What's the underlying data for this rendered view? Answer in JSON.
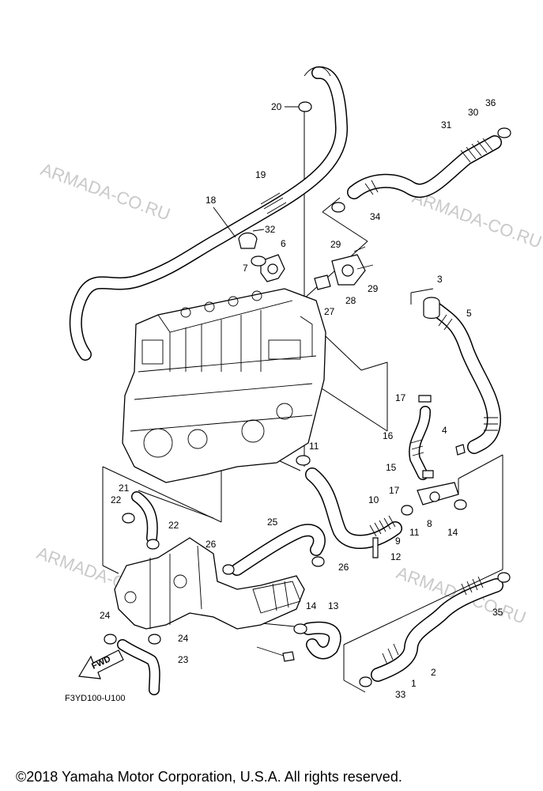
{
  "watermarks": [
    "ARMADA-CO.RU",
    "ARMADA-CO.RU",
    "ARMADA-CO.RU",
    "ARMADA-CO.RU"
  ],
  "diagram_code": "F3YD100-U100",
  "fwd_label": "FWD",
  "copyright": "©2018 Yamaha Motor Corporation, U.S.A. All rights reserved.",
  "callouts": [
    "20",
    "36",
    "30",
    "31",
    "19",
    "18",
    "34",
    "32",
    "6",
    "29",
    "7",
    "29",
    "28",
    "27",
    "3",
    "5",
    "17",
    "4",
    "16",
    "11",
    "15",
    "17",
    "21",
    "22",
    "10",
    "8",
    "22",
    "25",
    "11",
    "14",
    "9",
    "12",
    "26",
    "26",
    "14",
    "13",
    "35",
    "24",
    "24",
    "23",
    "2",
    "1",
    "33"
  ]
}
